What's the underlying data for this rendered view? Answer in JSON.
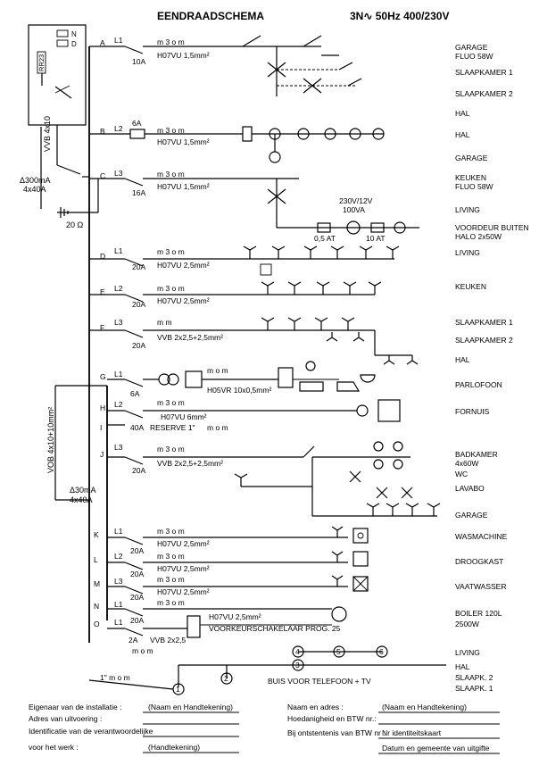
{
  "header": {
    "title": "EENDRAADSCHEMA",
    "supply": "3N∿ 50Hz 400/230V"
  },
  "meter_box": {
    "n_label": "N",
    "d_label": "D",
    "meter_code": "RR23",
    "feed_cable": "VVB 4x10"
  },
  "main_differential": {
    "rating": "Δ300mA",
    "poles": "4x40A"
  },
  "earth": {
    "resistance": "20 Ω"
  },
  "second_differential": {
    "rating": "Δ30mA",
    "poles": "4x40A",
    "cable": "VOB 4x10+10mm²"
  },
  "circuits": [
    {
      "letter": "A",
      "phase": "L1",
      "breaker": "10A",
      "cable": "H07VU 1,5mm²",
      "tag": "m 3 o m"
    },
    {
      "letter": "B",
      "phase": "L2",
      "breaker": "6A",
      "cable": "H07VU 1,5mm²",
      "tag": "m 3 o m"
    },
    {
      "letter": "C",
      "phase": "L3",
      "breaker": "16A",
      "cable": "H07VU 1,5mm²",
      "tag": "m 3 o m"
    },
    {
      "letter": "D",
      "phase": "L1",
      "breaker": "20A",
      "cable": "H07VU 2,5mm²",
      "tag": "m 3 o m"
    },
    {
      "letter": "E",
      "phase": "L2",
      "breaker": "20A",
      "cable": "H07VU 2,5mm²",
      "tag": "m 3 o m"
    },
    {
      "letter": "F",
      "phase": "L3",
      "breaker": "20A",
      "cable": "VVB 2x2,5+2,5mm²",
      "tag": "m      m"
    },
    {
      "letter": "G",
      "phase": "L1",
      "breaker": "6A",
      "cable": "H05VR 10x0,5mm²",
      "tag": "m o m"
    },
    {
      "letter": "H",
      "phase": "L2",
      "breaker": "",
      "cable": "H07VU 6mm²",
      "tag": "m 3 o m"
    },
    {
      "letter": "I",
      "phase": "",
      "breaker": "40A",
      "cable": "RESERVE 1\"",
      "tag": "m o m"
    },
    {
      "letter": "J",
      "phase": "L3",
      "breaker": "20A",
      "cable": "VVB 2x2,5+2,5mm²",
      "tag": "m 3 o m"
    },
    {
      "letter": "K",
      "phase": "L1",
      "breaker": "20A",
      "cable": "H07VU 2,5mm²",
      "tag": "m 3 o m"
    },
    {
      "letter": "L",
      "phase": "L2",
      "breaker": "20A",
      "cable": "H07VU 2,5mm²",
      "tag": "m 3 o m"
    },
    {
      "letter": "M",
      "phase": "L3",
      "breaker": "20A",
      "cable": "H07VU 2,5mm²",
      "tag": "m 3 o m"
    },
    {
      "letter": "N",
      "phase": "L1",
      "breaker": "20A",
      "cable": "H07VU 2,5mm²",
      "tag": "m 3 o m"
    },
    {
      "letter": "O",
      "phase": "L1",
      "breaker": "2A",
      "cable": "VVB 2x2,5",
      "tag": "m o m"
    }
  ],
  "circuit_o_extra": "VOORKEURSCHAKELAAR PROG. 25",
  "rooms": {
    "a1": "GARAGE",
    "a2": "FLUO 58W",
    "a3": "SLAAPKAMER 1",
    "a4": "SLAAPKAMER 2",
    "b1": "HAL",
    "b2": "HAL",
    "b3": "GARAGE",
    "c1": "KEUKEN",
    "c2": "FLUO 58W",
    "c3": "LIVING",
    "c4": "VOORDEUR BUITEN",
    "c5": "HALO 2x50W",
    "d1": "LIVING",
    "e1": "KEUKEN",
    "f1": "SLAAPKAMER 1",
    "f2": "SLAAPKAMER 2",
    "f3": "HAL",
    "g1": "PARLOFOON",
    "h1": "FORNUIS",
    "j1": "BADKAMER",
    "j2": "4x60W",
    "j3": "WC",
    "j4": "LAVABO",
    "j5": "GARAGE",
    "k1": "WASMACHINE",
    "l1": "DROOGKAST",
    "m1": "VAATWASSER",
    "n1": "BOILER 120L",
    "n2": "2500W",
    "p1": "LIVING",
    "p2": "HAL",
    "p3": "SLAAPK. 2",
    "p4": "SLAAPK. 1"
  },
  "component_labels": {
    "transformer": "230V/12V",
    "transformer_power": "100VA",
    "fuse1": "0,5 AT",
    "fuse2": "10 AT",
    "pipe_tag": "1\" m o m",
    "pipe_text": "BUIS VOOR TELEFOON + TV"
  },
  "footer": {
    "owner_label": "Eigenaar van de installatie :",
    "owner_value": "(Naam en Handtekening)",
    "address_label": "Adres van uitvoering :",
    "responsible_label": "Identificatie van de verantwoordelijke",
    "work_label": "voor het werk :",
    "work_value": "(Handtekening)",
    "name_label": "Naam en adres :",
    "name_value": "(Naam en Handtekening)",
    "vat_label": "Hoedanigheid en BTW nr.:",
    "novat_label": "Bij ontstentenis van BTW nr :",
    "novat_value": "Nr identiteitskaart",
    "date_value": "Datum en gemeente van uitgifte"
  }
}
